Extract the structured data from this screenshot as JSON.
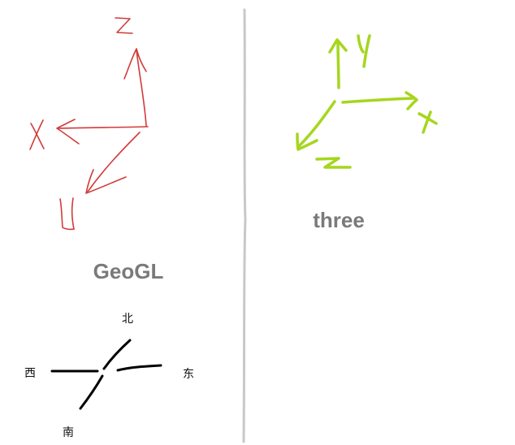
{
  "left_panel": {
    "title": "GeoGL",
    "color": "#d23a3a",
    "axes": {
      "z": "z",
      "x": "x",
      "y": "y"
    }
  },
  "right_panel": {
    "title": "three",
    "color": "#a6d61e",
    "axes": {
      "y": "y",
      "x": "x",
      "z": "z"
    }
  },
  "compass": {
    "north": "北",
    "south": "南",
    "east": "东",
    "west": "西",
    "color": "#000000"
  },
  "divider_color": "#c8c8c8"
}
